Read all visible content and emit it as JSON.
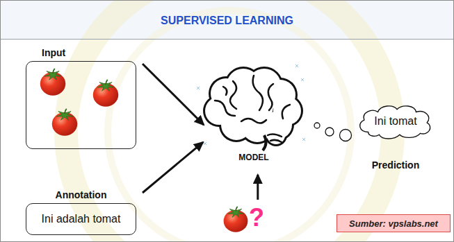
{
  "diagram": {
    "title": "SUPERVISED LEARNING",
    "nodes": [
      {
        "text": [
          "Input"
        ]
      },
      {
        "text": [
          "MODEL"
        ]
      },
      {
        "text": [
          "Ini tomat",
          "Prediction"
        ]
      },
      {
        "text": [
          "Annotation",
          "Ini adalah tomat"
        ]
      },
      {
        "text": [
          "?"
        ]
      },
      {
        "text": [
          "Sumber: vpslabs.net"
        ]
      }
    ],
    "edges": [
      {
        "from": 0,
        "to": 1,
        "arrow": "to"
      },
      {
        "from": 3,
        "to": 1,
        "arrow": "to"
      },
      {
        "from": 4,
        "to": 1,
        "arrow": "to"
      }
    ]
  }
}
